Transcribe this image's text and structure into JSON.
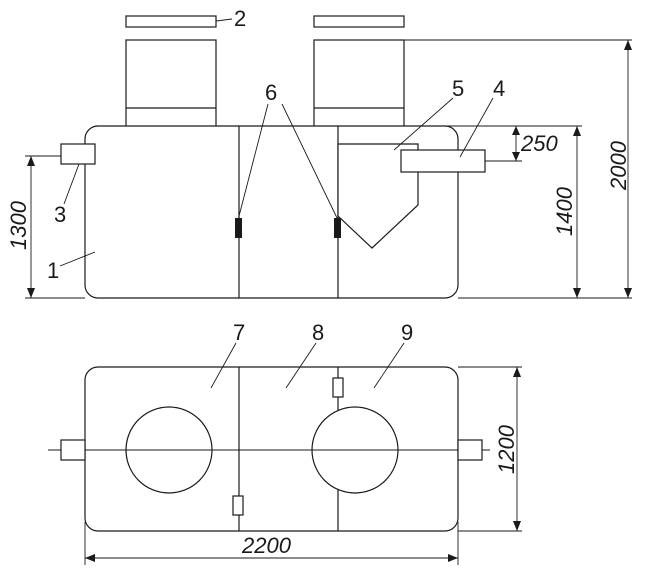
{
  "callouts": {
    "c1": "1",
    "c2": "2",
    "c3": "3",
    "c4": "4",
    "c5": "5",
    "c6": "6",
    "c7": "7",
    "c8": "8",
    "c9": "9"
  },
  "dimensions": {
    "total_height": "2000",
    "body_height": "1400",
    "outlet_offset": "250",
    "inlet_height": "1300",
    "width": "1200",
    "length": "2200"
  }
}
